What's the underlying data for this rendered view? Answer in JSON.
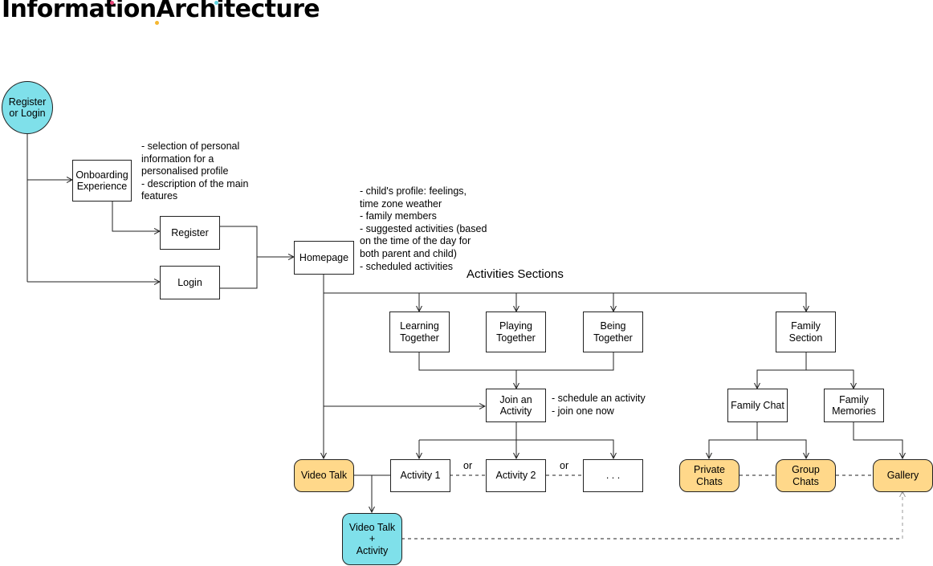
{
  "title": {
    "part1": "Information",
    "part2": "Architecture"
  },
  "colors": {
    "cyan": "#7fe0ea",
    "orange": "#ffd88a",
    "dot_pink": "#e8457a",
    "dot_yellow": "#f5b731",
    "dot_cyan": "#5fd3e0"
  },
  "nodes": {
    "register_login": "Register\nor Login",
    "onboarding": "Onboarding\nExperience",
    "register": "Register",
    "login": "Login",
    "homepage": "Homepage",
    "learning": "Learning\nTogether",
    "playing": "Playing\nTogether",
    "being": "Being\nTogether",
    "family_section": "Family\nSection",
    "join_activity": "Join an\nActivity",
    "family_chat": "Family Chat",
    "family_memories": "Family\nMemories",
    "video_talk": "Video Talk",
    "activity1": "Activity 1",
    "activity2": "Activity 2",
    "activity_more": ". . .",
    "private_chats": "Private\nChats",
    "group_chats": "Group\nChats",
    "gallery": "Gallery",
    "video_talk_activity": "Video Talk\n+\nActivity"
  },
  "notes": {
    "onboarding": "- selection of personal\ninformation for a\npersonalised profile\n- description of the main\nfeatures",
    "homepage": "- child's profile: feelings,\ntime zone weather\n- family members\n- suggested activities (based\non the time of the day for\nboth parent and child)\n- scheduled activities",
    "join": "- schedule an activity\n- join one now"
  },
  "section_title": "Activities Sections",
  "or_labels": [
    "or",
    "or"
  ]
}
